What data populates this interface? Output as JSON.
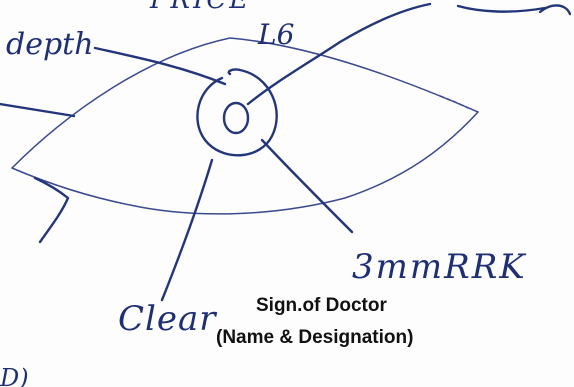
{
  "handwritten_labels": {
    "top_clipped": "PRICE",
    "depth": "depth",
    "lens_id": "L6",
    "measurement": "3mmRRK",
    "clear": "Clear",
    "bottom_clipped": "D)"
  },
  "signature_block": {
    "line1": "Sign.of Doctor",
    "line2": "(Name & Designation)"
  }
}
